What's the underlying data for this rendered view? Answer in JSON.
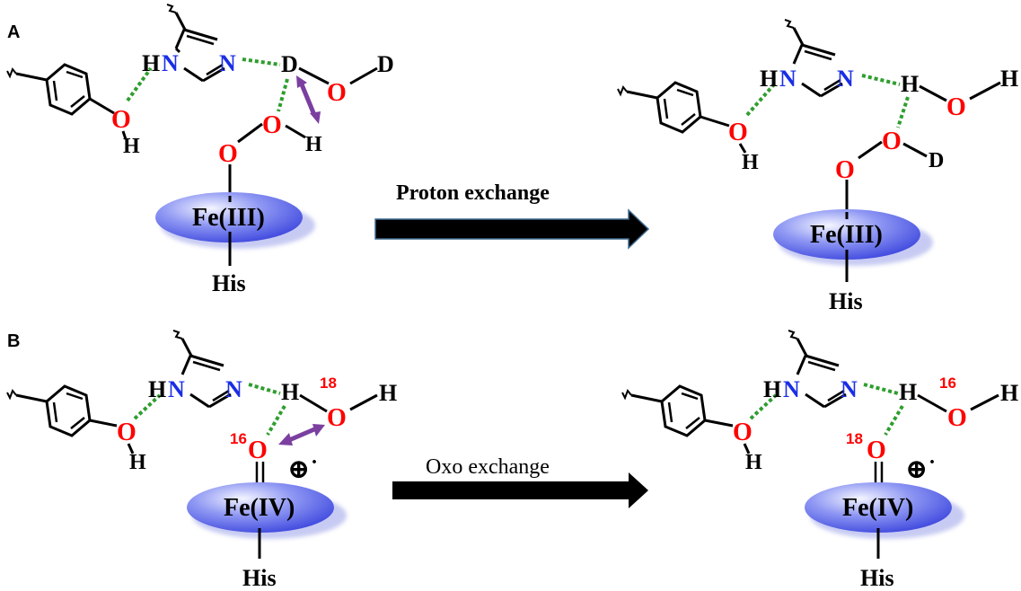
{
  "panels": {
    "a": {
      "label": "A",
      "arrow_label": "Proton exchange",
      "left": {
        "phenol_o": "O",
        "phenol_h": "H",
        "imid_h": "H",
        "imid_n1": "N",
        "imid_n2": "N",
        "water_h": "D",
        "water_o": "O",
        "water_h2": "D",
        "perox_o1": "O",
        "perox_h": "H",
        "perox_o2": "O",
        "metal": "Fe(III)",
        "ligand": "His"
      },
      "right": {
        "phenol_o": "O",
        "phenol_h": "H",
        "imid_h": "H",
        "imid_n1": "N",
        "imid_n2": "N",
        "water_h": "H",
        "water_o": "O",
        "water_h2": "H",
        "perox_o1": "O",
        "perox_h": "D",
        "perox_o2": "O",
        "metal": "Fe(III)",
        "ligand": "His"
      }
    },
    "b": {
      "label": "B",
      "arrow_label": "Oxo exchange",
      "left": {
        "phenol_o": "O",
        "phenol_h": "H",
        "imid_h": "H",
        "imid_n1": "N",
        "imid_n2": "N",
        "water_h": "H",
        "water_o": "O",
        "water_h2": "H",
        "water_isotope": "18",
        "oxo_o": "O",
        "oxo_isotope": "16",
        "bond": "=",
        "radical": "⊕",
        "radical_dot": "·",
        "metal": "Fe(IV)",
        "ligand": "His"
      },
      "right": {
        "phenol_o": "O",
        "phenol_h": "H",
        "imid_h": "H",
        "imid_n1": "N",
        "imid_n2": "N",
        "water_h": "H",
        "water_o": "O",
        "water_h2": "H",
        "water_isotope": "16",
        "oxo_o": "O",
        "oxo_isotope": "18",
        "bond": "=",
        "radical": "⊕",
        "radical_dot": "·",
        "metal": "Fe(IV)",
        "ligand": "His"
      }
    }
  },
  "colors": {
    "oxygen": "#ff0000",
    "nitrogen": "#1a2ee6",
    "isotope": "#ff0000",
    "hbond": "#2e9e2e",
    "exchange_arrow": "#7b3fa0",
    "heme": "#4c57e8",
    "process_arrow": "#000000"
  }
}
